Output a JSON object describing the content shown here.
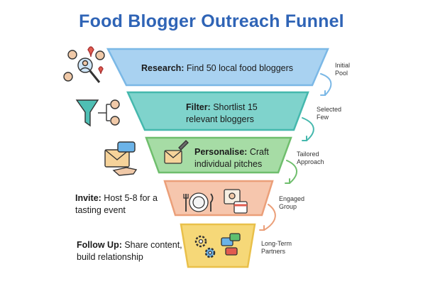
{
  "title": "Food Blogger Outreach Funnel",
  "stages": [
    {
      "bold": "Research:",
      "text": " Find 50 local food bloggers",
      "side_label": "Initial Pool",
      "icon": "people-search-icon",
      "color": "#a9d2f1"
    },
    {
      "bold": "Filter:",
      "text": " Shortlist 15 relevant bloggers",
      "side_label": "Selected Few",
      "icon": "filter-funnel-icon",
      "color": "#7fd3cc"
    },
    {
      "bold": "Personalise:",
      "text": " Craft individual pitches",
      "side_label": "Tailored Approach",
      "icon": "envelope-pen-icon",
      "color": "#a6dca5"
    },
    {
      "bold": "Invite:",
      "text": " Host 5-8 for a tasting event",
      "side_label": "Engaged Group",
      "icon": "plate-cutlery-icon",
      "color": "#f6c6ad"
    },
    {
      "bold": "Follow Up:",
      "text": " Share content, build relationship",
      "side_label": "Long-Term Partners",
      "icon": "gears-chat-icon",
      "color": "#f6d878"
    }
  ]
}
